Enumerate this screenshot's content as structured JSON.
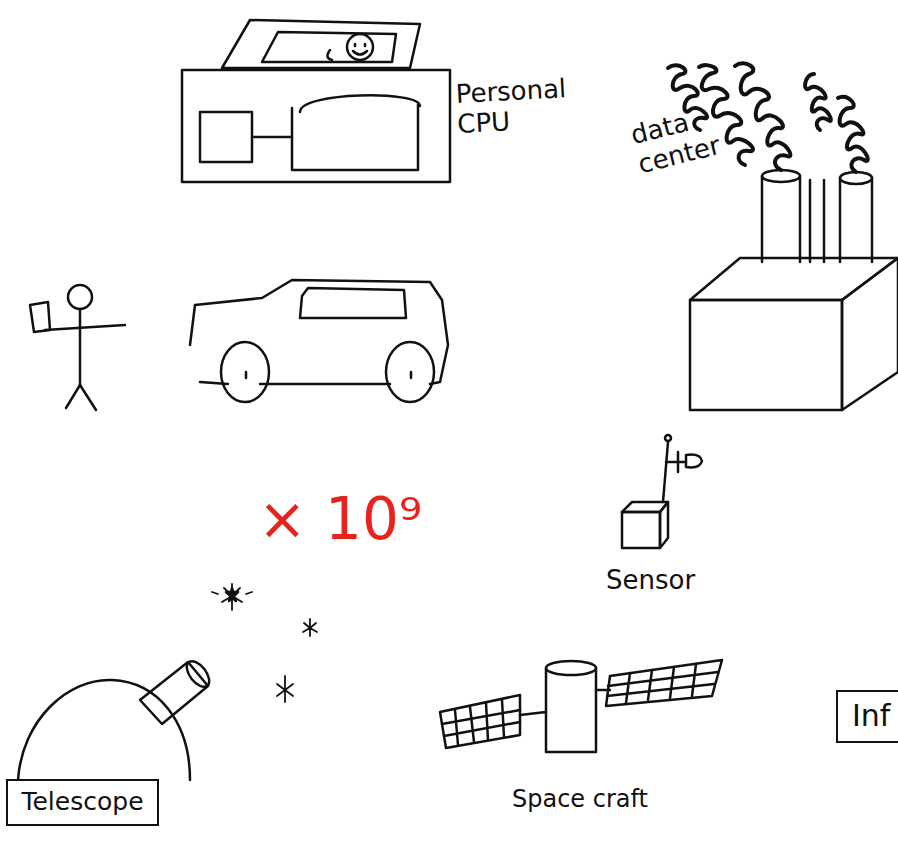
{
  "diagram": {
    "nodes": [
      {
        "text": [
          "Telescope"
        ]
      },
      {
        "text": [
          "Inf"
        ]
      }
    ],
    "labels": [
      "Personal CPU",
      "data center",
      "× 10⁹",
      "Sensor",
      "Space craft"
    ]
  }
}
